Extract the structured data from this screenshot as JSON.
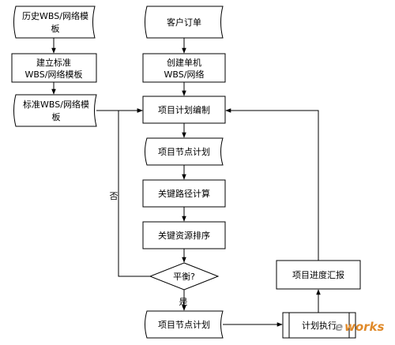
{
  "nodes": {
    "history_template": {
      "lines": [
        "历史WBS/网络模",
        "板"
      ]
    },
    "build_standard": {
      "lines": [
        "建立标准",
        "WBS/网络模板"
      ]
    },
    "standard_template": {
      "lines": [
        "标准WBS/网络模",
        "板"
      ]
    },
    "customer_order": {
      "lines": [
        "客户订单"
      ]
    },
    "create_single": {
      "lines": [
        "创建单机",
        "WBS/网络"
      ]
    },
    "plan_compile": {
      "lines": [
        "项目计划编制"
      ]
    },
    "milestone_plan_1": {
      "lines": [
        "项目节点计划"
      ]
    },
    "critical_path": {
      "lines": [
        "关键路径计算"
      ]
    },
    "resource_sort": {
      "lines": [
        "关键资源排序"
      ]
    },
    "balance": {
      "lines": [
        "平衡?"
      ]
    },
    "milestone_plan_2": {
      "lines": [
        "项目节点计划"
      ]
    },
    "plan_execute": {
      "lines": [
        "计划执行"
      ]
    },
    "progress_report": {
      "lines": [
        "项目进度汇报"
      ]
    }
  },
  "edge_labels": {
    "no": "否",
    "yes": "是"
  },
  "watermark": {
    "part1": "e",
    "part2": "works"
  }
}
